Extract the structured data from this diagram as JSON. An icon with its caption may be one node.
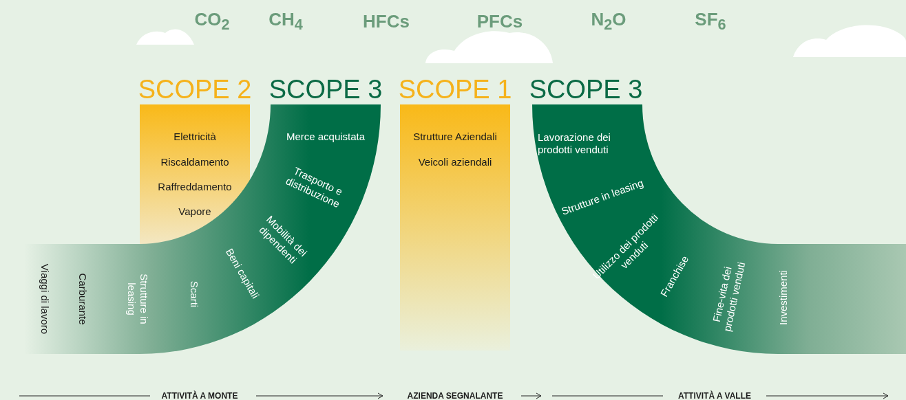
{
  "diagram": {
    "nodes": [
      {
        "text": [
          "SCOPE 2",
          "Elettricità",
          "Riscaldamento",
          "Raffreddamento",
          "Vapore"
        ]
      },
      {
        "text": [
          "SCOPE 3",
          "Merce acquistata",
          "Trasporto e distribuzione",
          "Mobilità dei dipendenti",
          "Beni capitali",
          "Scarti",
          "Strutture in leasing",
          "Carburante",
          "Viaggi di lavoro"
        ]
      },
      {
        "text": [
          "SCOPE 1",
          "Strutture Aziendali",
          "Veicoli aziendali"
        ]
      },
      {
        "text": [
          "SCOPE 3",
          "Lavorazione dei prodotti venduti",
          "Strutture in leasing",
          "Utilizzo dei prodotti venduti",
          "Franchise",
          "Fine-vita dei prodotti venduti",
          "Investimenti"
        ]
      }
    ],
    "labels": [
      "CO$_{2}$",
      "CH$_{4}$",
      "HFCs",
      "PFCs",
      "N$_{2}$O",
      "SF$_{6}$",
      "ATTIVITÀ A MONTE",
      "AZIENDA SEGNALANTE",
      "ATTIVITÀ A VALLE"
    ]
  }
}
